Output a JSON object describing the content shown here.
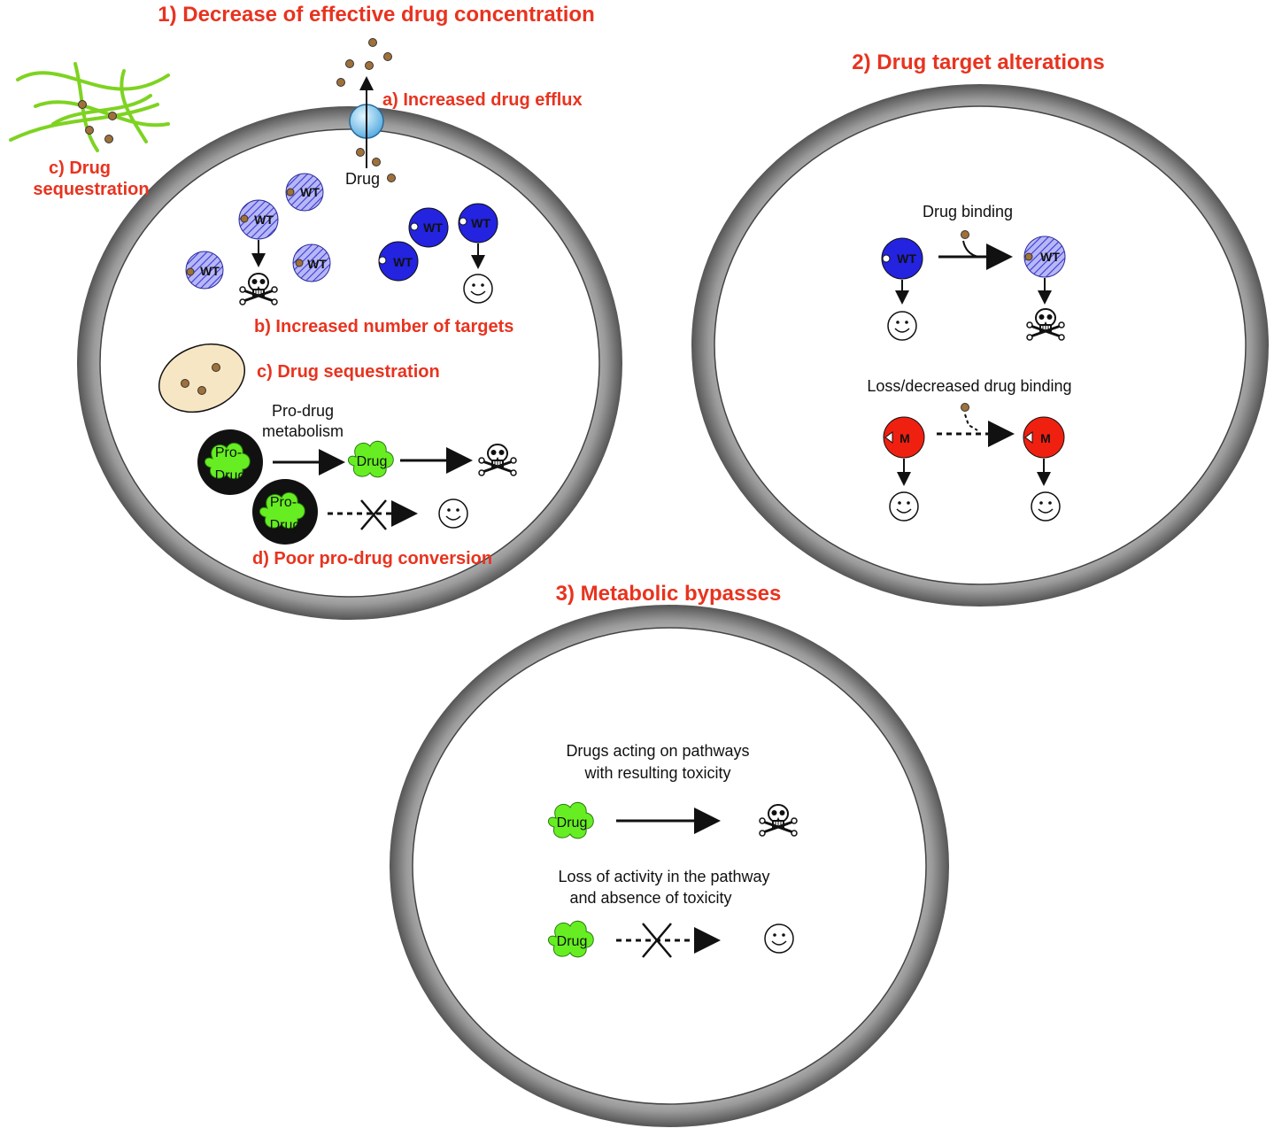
{
  "titles": {
    "t1": "1) Decrease of effective drug concentration",
    "t2": "2) Drug target  alterations",
    "t3": "3) Metabolic bypasses"
  },
  "panel1": {
    "efflux_label": "a) Increased drug efflux",
    "drug_label": "Drug",
    "ext_sequestration_1": "c) Drug",
    "ext_sequestration_2": "sequestration",
    "targets_label": "b) Increased number of targets",
    "sequestration_label": "c) Drug sequestration",
    "prodrug_metab_1": "Pro-drug",
    "prodrug_metab_2": "metabolism",
    "prodrug_1": "Pro-",
    "prodrug_2": "Drug",
    "drug_blob": "Drug",
    "poor_conversion": "d) Poor pro-drug conversion",
    "wt": "WT"
  },
  "panel2": {
    "binding_label": "Drug binding",
    "loss_label": "Loss/decreased drug binding",
    "wt": "WT",
    "mutant": "M"
  },
  "panel3": {
    "toxic_1": "Drugs acting on pathways",
    "toxic_2": "with resulting toxicity",
    "loss_1": "Loss of activity in the pathway",
    "loss_2": "and absence of toxicity",
    "drug_blob": "Drug"
  },
  "colors": {
    "title_red": "#e8331f",
    "target_blue": "#2323e0",
    "mutant_red": "#f02010",
    "drug_green": "#66ee22",
    "drug_dot": "#a0703a",
    "membrane_gray": "#9a9a9a",
    "efflux_pump": "#7fc8f0",
    "vesicle": "#f7e6c4"
  }
}
